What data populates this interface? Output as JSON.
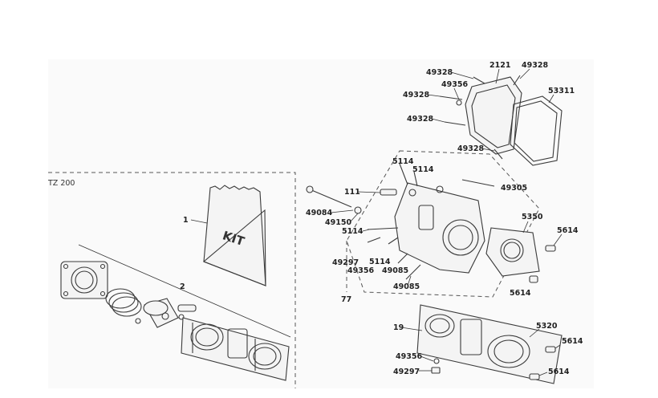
{
  "section": {
    "model_label": "TZ 200"
  },
  "kit": {
    "text": "KIT"
  },
  "labels": {
    "p2121": "2121",
    "p49328_a": "49328",
    "p49328_b": "49328",
    "p49356_a": "49356",
    "p49328_c": "49328",
    "p53311": "53311",
    "p49328_d": "49328",
    "p49328_e": "49328",
    "p5114_a": "5114",
    "p5114_b": "5114",
    "p49305": "49305",
    "p111": "111",
    "p49084": "49084",
    "p49150": "49150",
    "p5114_c": "5114",
    "p5350": "5350",
    "p5614_a": "5614",
    "p49297_a": "49297",
    "p5114_d": "5114",
    "p49356_b": "49356",
    "p49085_a": "49085",
    "p5614_b": "5614",
    "p49085_b": "49085",
    "p77": "77",
    "p1": "1",
    "p2": "2",
    "p19": "19",
    "p5320": "5320",
    "p5614_c": "5614",
    "p49356_c": "49356",
    "p49297_b": "49297",
    "p5614_d": "5614"
  }
}
